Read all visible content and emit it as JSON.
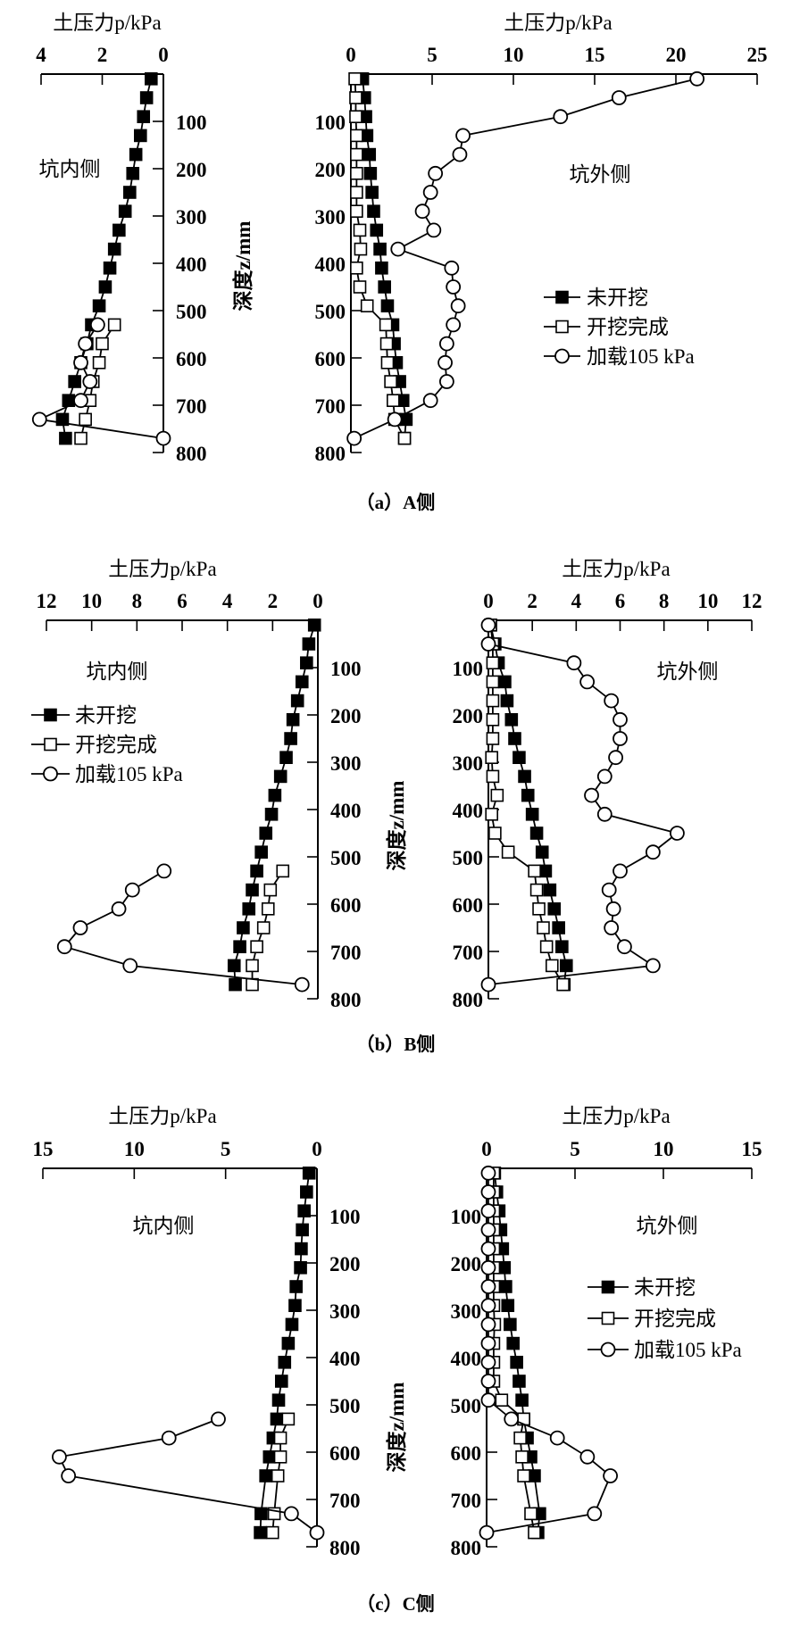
{
  "captions": [
    "（a）A侧",
    "（b）B侧",
    "（c）C侧"
  ],
  "legend": [
    "未开挖",
    "开挖完成",
    "加载105 kPa"
  ],
  "chart_data": [
    {
      "type": "line",
      "row": "a",
      "side": "inner",
      "title": "土压力p/kPa",
      "ylabel": "深度z/mm",
      "side_label": "坑内侧",
      "xlim": [
        0,
        4
      ],
      "x_direction": "reversed",
      "xticks": [
        4,
        2,
        0
      ],
      "ylim": [
        0,
        800
      ],
      "yticks": [
        100,
        200,
        300,
        400,
        500,
        600,
        700,
        800
      ],
      "depth_mm": [
        10,
        50,
        90,
        130,
        170,
        210,
        250,
        290,
        330,
        370,
        410,
        450,
        490,
        530,
        570,
        610,
        650,
        690,
        730,
        770
      ],
      "series": [
        {
          "name": "未开挖",
          "marker": "filled-square",
          "values": [
            0.4,
            0.55,
            0.65,
            0.75,
            0.9,
            1.0,
            1.1,
            1.25,
            1.45,
            1.6,
            1.75,
            1.9,
            2.1,
            2.35,
            2.5,
            2.7,
            2.9,
            3.1,
            3.3,
            3.2
          ]
        },
        {
          "name": "开挖完成",
          "marker": "open-square",
          "values": [
            null,
            null,
            null,
            null,
            null,
            null,
            null,
            null,
            null,
            null,
            null,
            null,
            null,
            1.6,
            2.0,
            2.1,
            2.3,
            2.4,
            2.55,
            2.7
          ]
        },
        {
          "name": "加载105 kPa",
          "marker": "open-circle",
          "values": [
            null,
            null,
            null,
            null,
            null,
            null,
            null,
            null,
            null,
            null,
            null,
            null,
            null,
            2.15,
            2.55,
            2.7,
            2.4,
            2.7,
            4.05,
            0.0
          ]
        }
      ]
    },
    {
      "type": "line",
      "row": "a",
      "side": "outer",
      "title": "土压力p/kPa",
      "ylabel": "",
      "side_label": "坑外侧",
      "legend_shown": true,
      "xlim": [
        0,
        25
      ],
      "x_direction": "normal",
      "xticks": [
        0,
        5,
        10,
        15,
        20,
        25
      ],
      "ylim": [
        0,
        800
      ],
      "yticks": [
        100,
        200,
        300,
        400,
        500,
        600,
        700,
        800
      ],
      "depth_mm": [
        10,
        50,
        90,
        130,
        170,
        210,
        250,
        290,
        330,
        370,
        410,
        450,
        490,
        530,
        570,
        610,
        650,
        690,
        730,
        770
      ],
      "series": [
        {
          "name": "未开挖",
          "marker": "filled-square",
          "values": [
            0.72,
            0.84,
            0.91,
            0.98,
            1.14,
            1.2,
            1.3,
            1.4,
            1.58,
            1.79,
            1.89,
            2.07,
            2.25,
            2.58,
            2.67,
            2.8,
            3.0,
            3.2,
            3.4,
            3.3
          ]
        },
        {
          "name": "开挖完成",
          "marker": "open-square",
          "values": [
            0.25,
            0.3,
            0.3,
            0.35,
            0.35,
            0.35,
            0.35,
            0.35,
            0.55,
            0.6,
            0.35,
            0.55,
            1.0,
            2.15,
            2.2,
            2.25,
            2.45,
            2.6,
            2.7,
            3.3
          ]
        },
        {
          "name": "加载105 kPa",
          "marker": "open-circle",
          "values": [
            21.3,
            16.5,
            12.9,
            6.9,
            6.7,
            5.2,
            4.9,
            4.4,
            5.1,
            2.9,
            6.2,
            6.3,
            6.6,
            6.3,
            5.9,
            5.8,
            5.9,
            4.9,
            2.7,
            0.2
          ]
        }
      ]
    },
    {
      "type": "line",
      "row": "b",
      "side": "inner",
      "title": "土压力p/kPa",
      "ylabel": "",
      "side_label": "坑内侧",
      "legend_shown": true,
      "xlim": [
        0,
        12
      ],
      "x_direction": "reversed",
      "xticks": [
        12,
        10,
        8,
        6,
        4,
        2,
        0
      ],
      "ylim": [
        0,
        800
      ],
      "yticks": [
        100,
        200,
        300,
        400,
        500,
        600,
        700,
        800
      ],
      "depth_mm": [
        10,
        50,
        90,
        130,
        170,
        210,
        250,
        290,
        330,
        370,
        410,
        450,
        490,
        530,
        570,
        610,
        650,
        690,
        730,
        770
      ],
      "series": [
        {
          "name": "未开挖",
          "marker": "filled-square",
          "values": [
            0.15,
            0.4,
            0.5,
            0.7,
            0.9,
            1.1,
            1.2,
            1.4,
            1.65,
            1.9,
            2.05,
            2.3,
            2.5,
            2.7,
            2.9,
            3.05,
            3.3,
            3.45,
            3.7,
            3.65
          ]
        },
        {
          "name": "开挖完成",
          "marker": "open-square",
          "values": [
            null,
            null,
            null,
            null,
            null,
            null,
            null,
            null,
            null,
            null,
            null,
            null,
            null,
            1.55,
            2.1,
            2.2,
            2.4,
            2.7,
            2.9,
            2.9
          ]
        },
        {
          "name": "加载105 kPa",
          "marker": "open-circle",
          "values": [
            null,
            null,
            null,
            null,
            null,
            null,
            null,
            null,
            null,
            null,
            null,
            null,
            null,
            6.8,
            8.2,
            8.8,
            10.5,
            11.2,
            8.3,
            0.7
          ]
        }
      ]
    },
    {
      "type": "line",
      "row": "b",
      "side": "outer",
      "title": "土压力p/kPa",
      "ylabel": "深度z/mm",
      "side_label": "坑外侧",
      "xlim": [
        0,
        12
      ],
      "x_direction": "normal",
      "xticks": [
        0,
        2,
        4,
        6,
        8,
        10,
        12
      ],
      "ylim": [
        0,
        800
      ],
      "yticks": [
        100,
        200,
        300,
        400,
        500,
        600,
        700,
        800
      ],
      "depth_mm": [
        10,
        50,
        90,
        130,
        170,
        210,
        250,
        290,
        330,
        370,
        410,
        450,
        490,
        530,
        570,
        610,
        650,
        690,
        730,
        770
      ],
      "series": [
        {
          "name": "未开挖",
          "marker": "filled-square",
          "values": [
            0.1,
            0.3,
            0.45,
            0.75,
            0.85,
            1.05,
            1.2,
            1.4,
            1.65,
            1.8,
            2.0,
            2.2,
            2.45,
            2.6,
            2.8,
            3.0,
            3.2,
            3.35,
            3.55,
            3.45
          ]
        },
        {
          "name": "开挖完成",
          "marker": "open-square",
          "values": [
            0.1,
            0.2,
            0.2,
            0.2,
            0.2,
            0.2,
            0.2,
            0.15,
            0.2,
            0.4,
            0.15,
            0.3,
            0.9,
            2.1,
            2.2,
            2.3,
            2.5,
            2.65,
            2.9,
            3.4
          ]
        },
        {
          "name": "加载105 kPa",
          "marker": "open-circle",
          "values": [
            0.0,
            0.0,
            3.9,
            4.5,
            5.6,
            6.0,
            6.0,
            5.8,
            5.3,
            4.7,
            5.3,
            8.6,
            7.5,
            6.0,
            5.5,
            5.7,
            5.6,
            6.2,
            7.5,
            0.0
          ]
        }
      ]
    },
    {
      "type": "line",
      "row": "c",
      "side": "inner",
      "title": "土压力p/kPa",
      "ylabel": "",
      "side_label": "坑内侧",
      "xlim": [
        0,
        15
      ],
      "x_direction": "reversed",
      "xticks": [
        15,
        10,
        5,
        0
      ],
      "ylim": [
        0,
        800
      ],
      "yticks": [
        100,
        200,
        300,
        400,
        500,
        600,
        700,
        800
      ],
      "depth_mm": [
        10,
        50,
        90,
        130,
        170,
        210,
        250,
        290,
        330,
        370,
        410,
        450,
        490,
        530,
        570,
        610,
        650,
        690,
        730,
        770
      ],
      "series": [
        {
          "name": "未开挖",
          "marker": "filled-square",
          "values": [
            0.43,
            0.57,
            0.7,
            0.8,
            0.86,
            0.9,
            1.14,
            1.2,
            1.37,
            1.57,
            1.77,
            1.94,
            2.1,
            2.2,
            2.4,
            2.6,
            2.8,
            null,
            3.06,
            3.1
          ]
        },
        {
          "name": "开挖完成",
          "marker": "open-square",
          "values": [
            null,
            null,
            null,
            null,
            null,
            null,
            null,
            null,
            null,
            null,
            null,
            null,
            null,
            1.57,
            2.0,
            2.0,
            2.14,
            null,
            2.34,
            2.43
          ]
        },
        {
          "name": "加载105 kPa",
          "marker": "open-circle",
          "values": [
            null,
            null,
            null,
            null,
            null,
            null,
            null,
            null,
            null,
            null,
            null,
            null,
            null,
            5.4,
            8.1,
            14.1,
            13.6,
            null,
            1.4,
            0.0
          ]
        }
      ]
    },
    {
      "type": "line",
      "row": "c",
      "side": "outer",
      "title": "土压力p/kPa",
      "ylabel": "深度z/mm",
      "side_label": "坑外侧",
      "legend_shown": true,
      "xlim": [
        0,
        15
      ],
      "x_direction": "normal",
      "xticks": [
        0,
        5,
        10,
        15
      ],
      "ylim": [
        0,
        800
      ],
      "yticks": [
        100,
        200,
        300,
        400,
        500,
        600,
        700,
        800
      ],
      "depth_mm": [
        10,
        50,
        90,
        130,
        170,
        210,
        250,
        290,
        330,
        370,
        410,
        450,
        490,
        530,
        570,
        610,
        650,
        690,
        730,
        770
      ],
      "series": [
        {
          "name": "未开挖",
          "marker": "filled-square",
          "values": [
            0.45,
            0.57,
            0.7,
            0.8,
            0.9,
            1.0,
            1.08,
            1.2,
            1.33,
            1.5,
            1.7,
            1.84,
            2.0,
            2.1,
            2.3,
            2.5,
            2.7,
            null,
            3.0,
            2.9
          ]
        },
        {
          "name": "开挖完成",
          "marker": "open-square",
          "values": [
            0.4,
            0.4,
            0.4,
            0.4,
            0.4,
            0.4,
            0.4,
            0.4,
            0.45,
            0.4,
            0.4,
            0.4,
            0.85,
            2.1,
            1.9,
            2.0,
            2.1,
            null,
            2.5,
            2.7
          ]
        },
        {
          "name": "加载105 kPa",
          "marker": "open-circle",
          "values": [
            0.1,
            0.1,
            0.1,
            0.1,
            0.1,
            0.1,
            0.1,
            0.1,
            0.1,
            0.1,
            0.1,
            0.1,
            0.1,
            1.4,
            4.0,
            5.7,
            7.0,
            null,
            6.1,
            0.0
          ]
        }
      ]
    }
  ]
}
